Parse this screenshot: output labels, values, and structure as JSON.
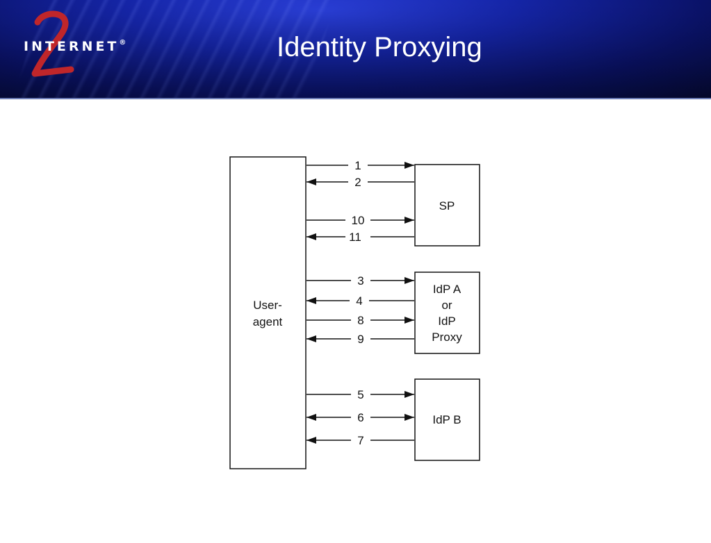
{
  "header": {
    "logo_text": "INTERNET",
    "logo_numeral": "2",
    "logo_mark": "®",
    "title": "Identity Proxying"
  },
  "diagram": {
    "user_agent_lines": [
      "User-",
      "agent"
    ],
    "sp_label": "SP",
    "idp_a_lines": [
      "IdP A",
      "or",
      "IdP",
      "Proxy"
    ],
    "idp_b_label": "IdP B",
    "arrows": [
      {
        "label": "1",
        "direction": "right",
        "target": "sp"
      },
      {
        "label": "2",
        "direction": "left",
        "target": "sp"
      },
      {
        "label": "10",
        "direction": "right",
        "target": "sp"
      },
      {
        "label": "11",
        "direction": "left",
        "target": "sp"
      },
      {
        "label": "3",
        "direction": "right",
        "target": "idp_a"
      },
      {
        "label": "4",
        "direction": "left",
        "target": "idp_a"
      },
      {
        "label": "8",
        "direction": "right",
        "target": "idp_a"
      },
      {
        "label": "9",
        "direction": "left",
        "target": "idp_a"
      },
      {
        "label": "5",
        "direction": "right",
        "target": "idp_b"
      },
      {
        "label": "6",
        "direction": "both",
        "target": "idp_b"
      },
      {
        "label": "7",
        "direction": "left",
        "target": "idp_b"
      }
    ]
  },
  "colors": {
    "header_blue": "#1525a8",
    "line": "#111111",
    "title_text": "#ffffff"
  }
}
